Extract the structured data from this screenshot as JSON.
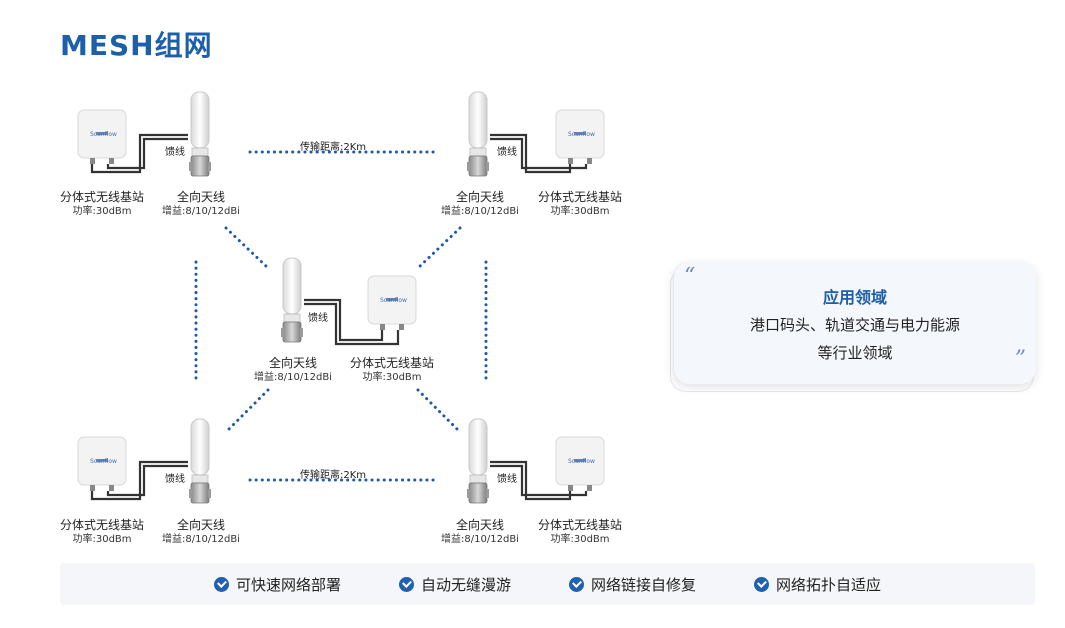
{
  "title": "MESH组网",
  "labels": {
    "ap": "分体式无线基站",
    "ap_power": "功率:30dBm",
    "antenna": "全向天线",
    "antenna_gain": "增益:8/10/12dBi",
    "feeder": "馈线",
    "distance": "传输距离:2Km",
    "brand": "Scanflow"
  },
  "quote": {
    "title": "应用领域",
    "line1": "港口码头、轨道交通与电力能源",
    "line2": "等行业领域"
  },
  "features": [
    {
      "label": "可快速网络部署",
      "icon": "check-circle-icon"
    },
    {
      "label": "自动无缝漫游",
      "icon": "check-circle-icon"
    },
    {
      "label": "网络链接自修复",
      "icon": "check-circle-icon"
    },
    {
      "label": "网络拓扑自适应",
      "icon": "check-circle-icon"
    }
  ],
  "colors": {
    "accent": "#1d5fa8",
    "dots": "#1e5aa8",
    "check": "#2060b0"
  }
}
